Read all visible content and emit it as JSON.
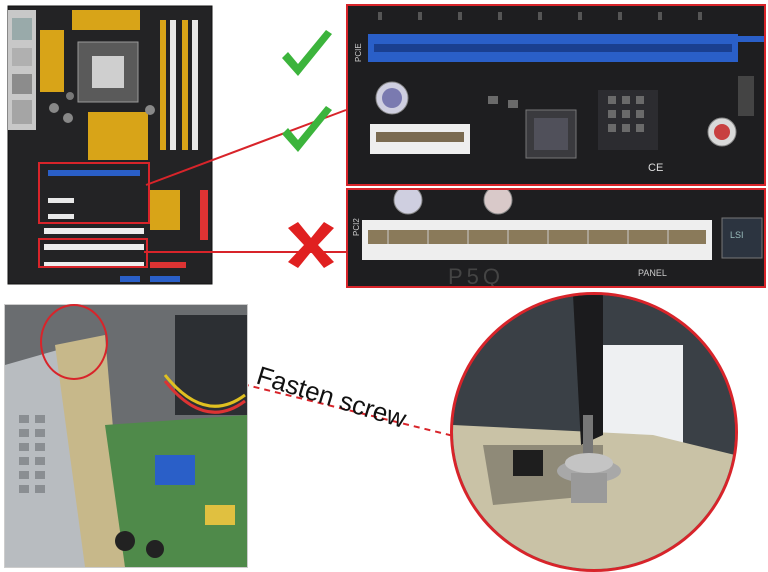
{
  "annotations": {
    "caption": "Fasten screw",
    "check_mark_semantic": "check-mark-icon",
    "cross_mark_semantic": "x-mark-icon"
  },
  "board_labels": {
    "slot_label_top": "PCIE",
    "slot_label_pci": "PCI2",
    "silk_p5q": "P5Q",
    "panel": "PANEL",
    "chip_note": "CE",
    "lsi": "LSI"
  },
  "colors": {
    "highlight_red": "#d8242a",
    "check_green": "#3cb43c",
    "cross_red": "#e02020",
    "pcie_blue": "#2a5fc8",
    "board_dark": "#1e1e20",
    "gold": "#d8a418"
  }
}
